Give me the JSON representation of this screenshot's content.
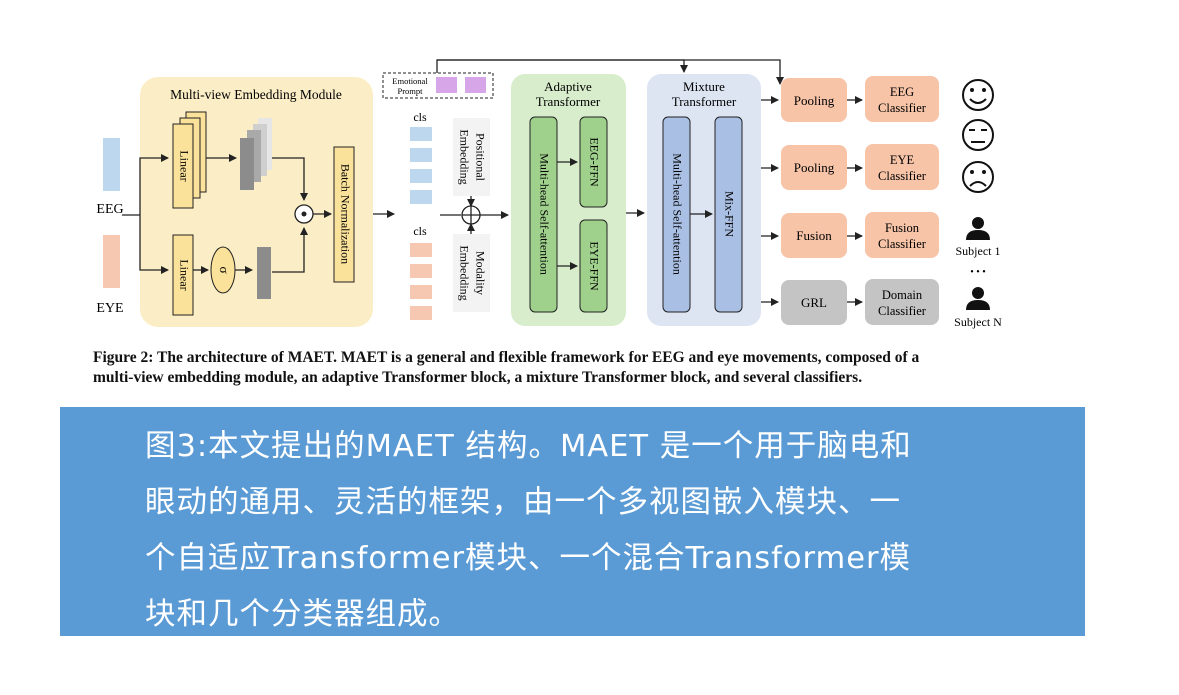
{
  "diagram": {
    "modules": {
      "embedding_title": "Multi-view Embedding Module",
      "adaptive_title_1": "Adaptive",
      "adaptive_title_2": "Transformer",
      "mixture_title_1": "Mixture",
      "mixture_title_2": "Transformer"
    },
    "inputs": {
      "eeg": "EEG",
      "eye": "EYE"
    },
    "blocks": {
      "linear": "Linear",
      "sigma": "σ",
      "odot": "⊙",
      "batch_norm": "Batch Normalization",
      "cls": "cls",
      "emotional_prompt_1": "Emotional",
      "emotional_prompt_2": "Prompt",
      "positional_embedding_1": "Positional",
      "positional_embedding_2": "Embedding",
      "modality_embedding_1": "Modality",
      "modality_embedding_2": "Embedding",
      "mhsa": "Multi-head Self-attention",
      "eeg_ffn": "EEG-FFN",
      "eye_ffn": "EYE-FFN",
      "mix_ffn": "Mix-FFN"
    },
    "heads": {
      "pooling": "Pooling",
      "fusion": "Fusion",
      "grl": "GRL",
      "eeg_classifier_1": "EEG",
      "eye_classifier_1": "EYE",
      "fusion_classifier_1": "Fusion",
      "domain_classifier_1": "Domain",
      "classifier": "Classifier"
    },
    "subjects": {
      "subject_1": "Subject 1",
      "dots": "• • •",
      "subject_n": "Subject N"
    },
    "colors": {
      "embedding_bg": "#fbeec6",
      "linear_fill": "#fbe29a",
      "eeg_token": "#bcd7ee",
      "eye_token": "#f6c8b1",
      "adaptive_bg": "#d8edcc",
      "ffn_green": "#9fd18c",
      "mixture_bg": "#dde5f3",
      "mix_blue": "#a9bfe3",
      "orange_box": "#f7c4a8",
      "gray_box": "#c4c4c4",
      "prompt_purple": "#d7a6e8",
      "caption_panel": "#5b9bd5"
    }
  },
  "caption": {
    "line1": "Figure 2: The architecture of MAET. MAET is a general and flexible framework for EEG and eye movements, composed of a",
    "line2": "multi-view embedding module, an adaptive Transformer block, a mixture Transformer block, and several classifiers."
  },
  "chinese_caption": {
    "line1": "图3:本文提出的MAET 结构。MAET 是一个用于脑电和",
    "line2": "眼动的通用、灵活的框架，由一个多视图嵌入模块、一",
    "line3": "个自适应Transformer模块、一个混合Transformer模",
    "line4": "块和几个分类器组成。"
  }
}
